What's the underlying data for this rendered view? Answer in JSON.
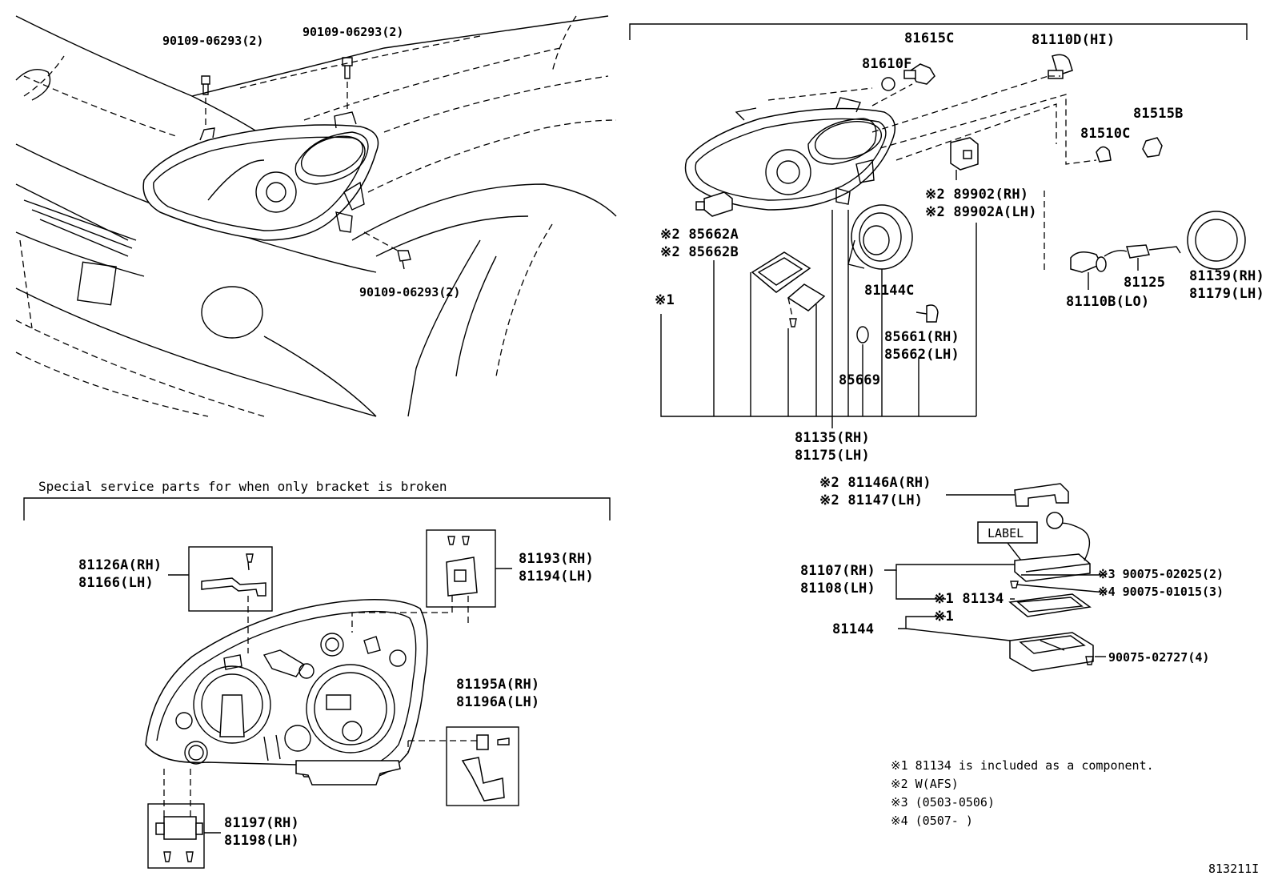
{
  "labels": {
    "hw_top_left": "90109-06293(2)",
    "hw_top_mid": "90109-06293(2)",
    "hw_mid": "90109-06293(2)",
    "p81615c": "81615C",
    "p81610f": "81610F",
    "p81110d": "81110D(HI)",
    "p81515b": "81515B",
    "p81510c": "81510C",
    "p89902_rh": "※2 89902(RH)",
    "p89902a_lh": "※2 89902A(LH)",
    "p85662a": "※2 85662A",
    "p85662b": "※2 85662B",
    "mark1": "※1",
    "p81144c": "81144C",
    "p85661_rh": "85661(RH)",
    "p85662_lh": "85662(LH)",
    "p85669": "85669",
    "p81125": "81125",
    "p81110b": "81110B(LO)",
    "p81139_rh": "81139(RH)",
    "p81179_lh": "81179(LH)",
    "p81135_rh": "81135(RH)",
    "p81175_lh": "81175(LH)",
    "p81146a_rh": "※2 81146A(RH)",
    "p81147_lh": "※2 81147(LH)",
    "label_box": "LABEL",
    "p81107_rh": "81107(RH)",
    "p81108_lh": "81108(LH)",
    "p81134": "※1 81134",
    "mark1b": "※1",
    "p81144": "81144",
    "p90075_02025": "※3 90075-02025(2)",
    "p90075_01015": "※4 90075-01015(3)",
    "p90075_02727": "90075-02727(4)",
    "special_heading": "Special service parts for when only bracket is broken",
    "p81126a_rh": "81126A(RH)",
    "p81166_lh": "81166(LH)",
    "p81193_rh": "81193(RH)",
    "p81194_lh": "81194(LH)",
    "p81195a_rh": "81195A(RH)",
    "p81196a_lh": "81196A(LH)",
    "p81197_rh": "81197(RH)",
    "p81198_lh": "81198(LH)"
  },
  "notes": [
    "※1 81134 is included as a component.",
    "※2 W(AFS)",
    "※3 (0503-0506)",
    "※4 (0507-     )"
  ],
  "figure_id": "813211I"
}
